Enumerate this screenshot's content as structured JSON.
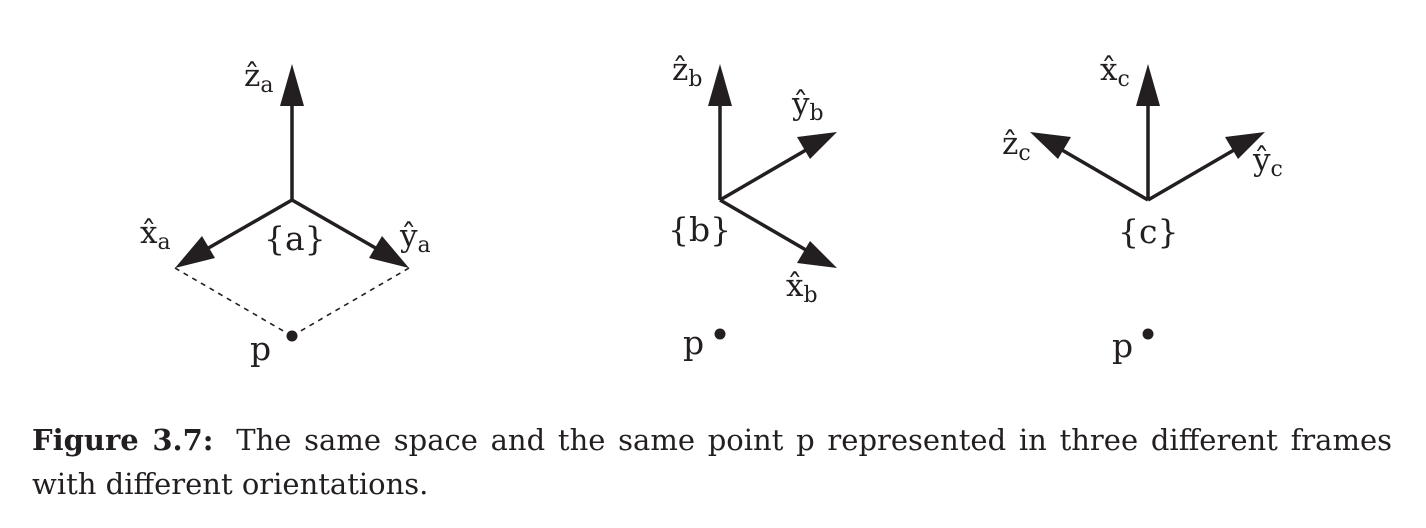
{
  "frames": [
    {
      "id": "a",
      "label": "{a}",
      "axes": [
        {
          "letter": "ẑ",
          "sub": "a"
        },
        {
          "letter": "x̂",
          "sub": "a"
        },
        {
          "letter": "ŷ",
          "sub": "a"
        }
      ],
      "point_label": "p",
      "projection_lines": true
    },
    {
      "id": "b",
      "label": "{b}",
      "axes": [
        {
          "letter": "ẑ",
          "sub": "b"
        },
        {
          "letter": "ŷ",
          "sub": "b"
        },
        {
          "letter": "x̂",
          "sub": "b"
        }
      ],
      "point_label": "p",
      "projection_lines": false
    },
    {
      "id": "c",
      "label": "{c}",
      "axes": [
        {
          "letter": "x̂",
          "sub": "c"
        },
        {
          "letter": "ẑ",
          "sub": "c"
        },
        {
          "letter": "ŷ",
          "sub": "c"
        }
      ],
      "point_label": "p",
      "projection_lines": false
    }
  ],
  "caption": {
    "label": "Figure 3.7:",
    "text": "The same space and the same point p represented in three different frames with different orientations."
  },
  "colors": {
    "ink": "#231f20",
    "background": "#ffffff"
  }
}
